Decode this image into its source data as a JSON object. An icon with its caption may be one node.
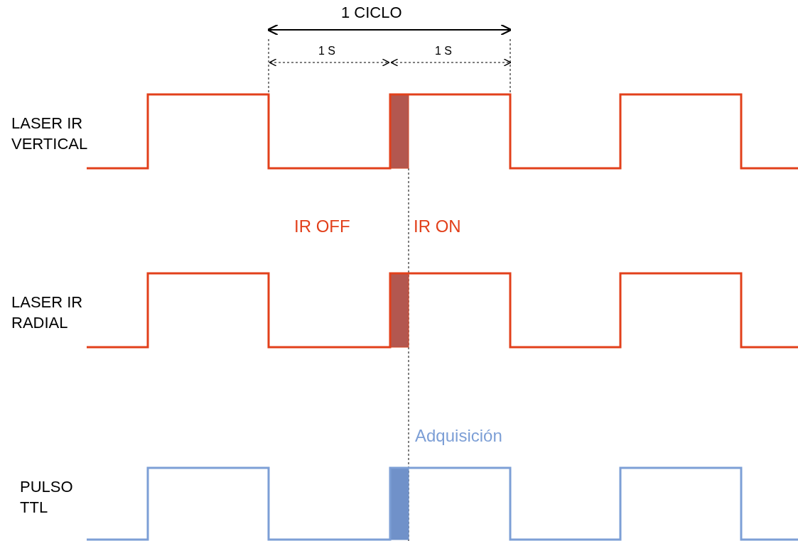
{
  "diagram": {
    "labels": [
      "1 CICLO",
      "1 S",
      "1 S",
      "LASER IR VERTICAL",
      "IR OFF",
      "IR ON",
      "LASER IR RADIAL",
      "Adquisición",
      "PULSO TTL"
    ]
  }
}
